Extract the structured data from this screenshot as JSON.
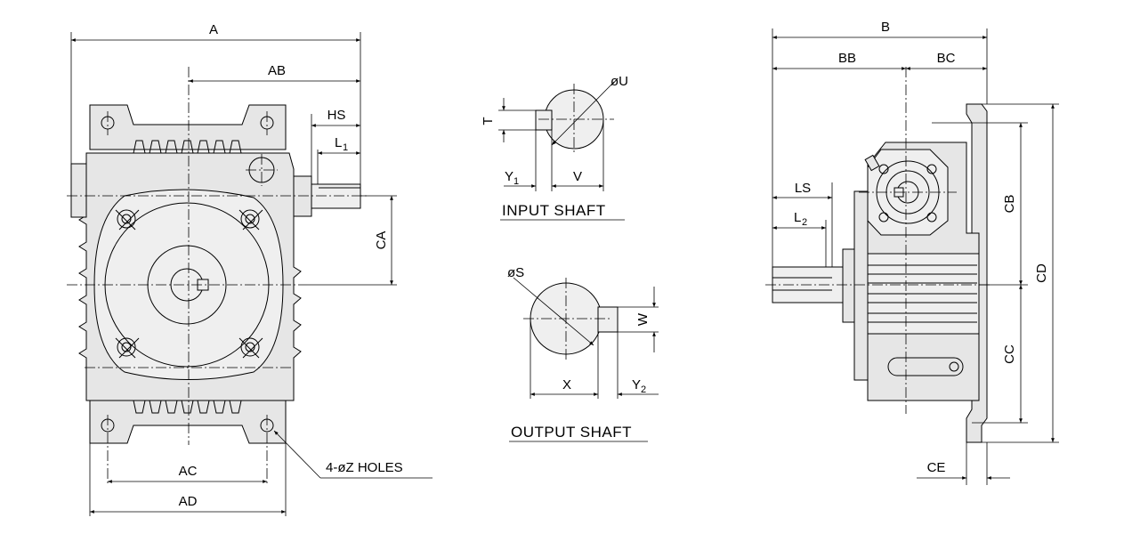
{
  "labels": {
    "A": "A",
    "AB": "AB",
    "HS": "HS",
    "L1": "L",
    "L1_sub": "1",
    "CA": "CA",
    "AC": "AC",
    "AD": "AD",
    "holes": "4-øZ HOLES",
    "T": "T",
    "U": "øU",
    "Y1": "Y",
    "Y1_sub": "1",
    "V": "V",
    "input_shaft": "INPUT  SHAFT",
    "S": "øS",
    "W": "W",
    "X": "X",
    "Y2": "Y",
    "Y2_sub": "2",
    "output_shaft": "OUTPUT  SHAFT",
    "B": "B",
    "BB": "BB",
    "BC": "BC",
    "LS": "LS",
    "L2": "L",
    "L2_sub": "2",
    "CB": "CB",
    "CD": "CD",
    "CC": "CC",
    "CE": "CE"
  }
}
